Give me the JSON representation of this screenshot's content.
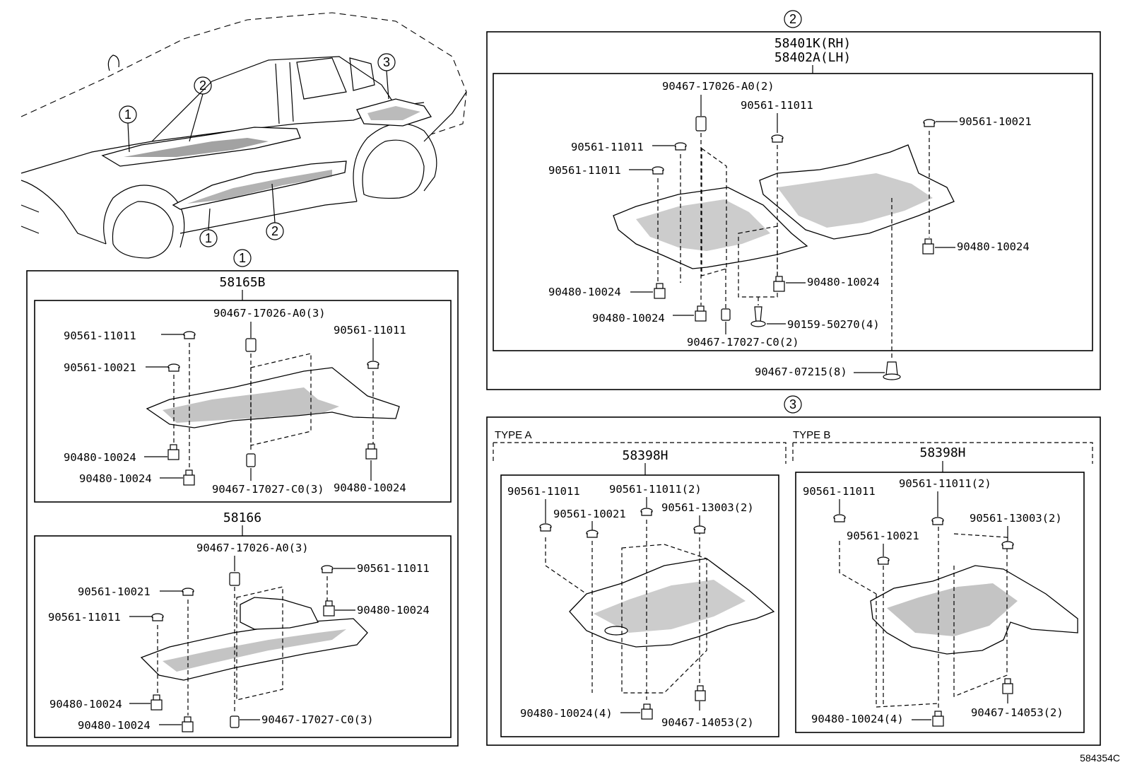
{
  "diagram_ref": "584354C",
  "callouts": {
    "c1": "1",
    "c2": "2",
    "c3": "3"
  },
  "section1": {
    "part_a": {
      "number": "58165B",
      "labels": {
        "l1": "90561-11011",
        "l2": "90467-17026-A0(3)",
        "l3": "90561-11011",
        "l4": "90561-10021",
        "l5": "90480-10024",
        "l6": "90480-10024",
        "l7": "90467-17027-C0(3)",
        "l8": "90480-10024"
      }
    },
    "part_b": {
      "number": "58166",
      "labels": {
        "l1": "90467-17026-A0(3)",
        "l2": "90561-11011",
        "l3": "90561-10021",
        "l4": "90480-10024",
        "l5": "90561-11011",
        "l6": "90480-10024",
        "l7": "90480-10024",
        "l8": "90467-17027-C0(3)"
      }
    }
  },
  "section2": {
    "part_rh": "58401K(RH)",
    "part_lh": "58402A(LH)",
    "labels": {
      "l1": "90467-17026-A0(2)",
      "l2": "90561-11011",
      "l3": "90561-10021",
      "l4": "90561-11011",
      "l5": "90561-11011",
      "l6": "90480-10024",
      "l7": "90480-10024",
      "l8": "90480-10024",
      "l9": "90480-10024",
      "l10": "90159-50270(4)",
      "l11": "90467-17027-C0(2)",
      "l12": "90467-07215(8)"
    }
  },
  "section3": {
    "type_a": {
      "type_label": "TYPE A",
      "number": "58398H",
      "labels": {
        "l1": "90561-11011",
        "l2": "90561-11011(2)",
        "l3": "90561-10021",
        "l4": "90561-13003(2)",
        "l5": "90480-10024(4)",
        "l6": "90467-14053(2)"
      }
    },
    "type_b": {
      "type_label": "TYPE B",
      "number": "58398H",
      "labels": {
        "l1": "90561-11011",
        "l2": "90561-11011(2)",
        "l3": "90561-10021",
        "l4": "90561-13003(2)",
        "l5": "90480-10024(4)",
        "l6": "90467-14053(2)"
      }
    }
  }
}
